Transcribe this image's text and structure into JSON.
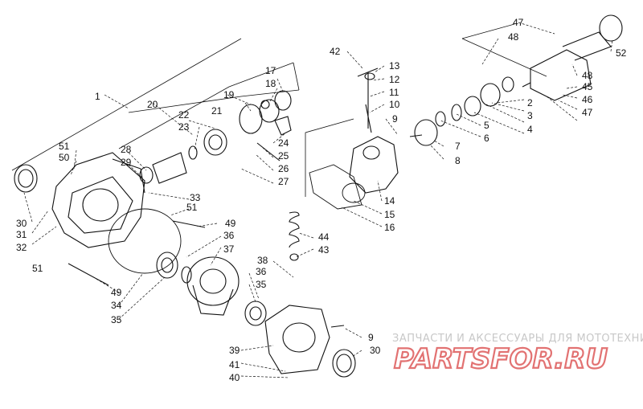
{
  "diagram": {
    "title": "",
    "part_labels": [
      "1",
      "2",
      "3",
      "4",
      "5",
      "6",
      "7",
      "8",
      "9",
      "10",
      "11",
      "12",
      "13",
      "14",
      "15",
      "16",
      "17",
      "18",
      "19",
      "20",
      "21",
      "22",
      "23",
      "24",
      "25",
      "26",
      "27",
      "28",
      "29",
      "30",
      "31",
      "32",
      "33",
      "34",
      "35",
      "36",
      "37",
      "38",
      "39",
      "40",
      "41",
      "42",
      "43",
      "44",
      "45",
      "46",
      "47",
      "48",
      "49",
      "50",
      "51",
      "52"
    ],
    "label_text": {
      "l1": "1",
      "l2": "2",
      "l3": "3",
      "l4": "4",
      "l5": "5",
      "l6": "6",
      "l7": "7",
      "l8": "8",
      "l9a": "9",
      "l9b": "9",
      "l10": "10",
      "l11": "11",
      "l12": "12",
      "l13": "13",
      "l14": "14",
      "l15": "15",
      "l16": "16",
      "l17": "17",
      "l18": "18",
      "l19": "19",
      "l20": "20",
      "l21": "21",
      "l22": "22",
      "l23": "23",
      "l24": "24",
      "l25": "25",
      "l26": "26",
      "l27": "27",
      "l28": "28",
      "l29": "29",
      "l30a": "30",
      "l30b": "30",
      "l31": "31",
      "l32": "32",
      "l33": "33",
      "l34": "34",
      "l35a": "35",
      "l35b": "35",
      "l36a": "36",
      "l36b": "36",
      "l37": "37",
      "l38": "38",
      "l39": "39",
      "l40": "40",
      "l41": "41",
      "l42": "42",
      "l43": "43",
      "l44": "44",
      "l45": "45",
      "l46": "46",
      "l47a": "47",
      "l47b": "47",
      "l48a": "48",
      "l48b": "48",
      "l49a": "49",
      "l49b": "49",
      "l50": "50",
      "l51a": "51",
      "l51b": "51",
      "l51c": "51",
      "l52": "52"
    }
  },
  "watermark": {
    "tagline": "ЗАПЧАСТИ И АКСЕССУАРЫ ДЛЯ МОТОТЕХНИКИ",
    "logo": "PARTSFOR.RU",
    "logo_color": "#e27272"
  }
}
